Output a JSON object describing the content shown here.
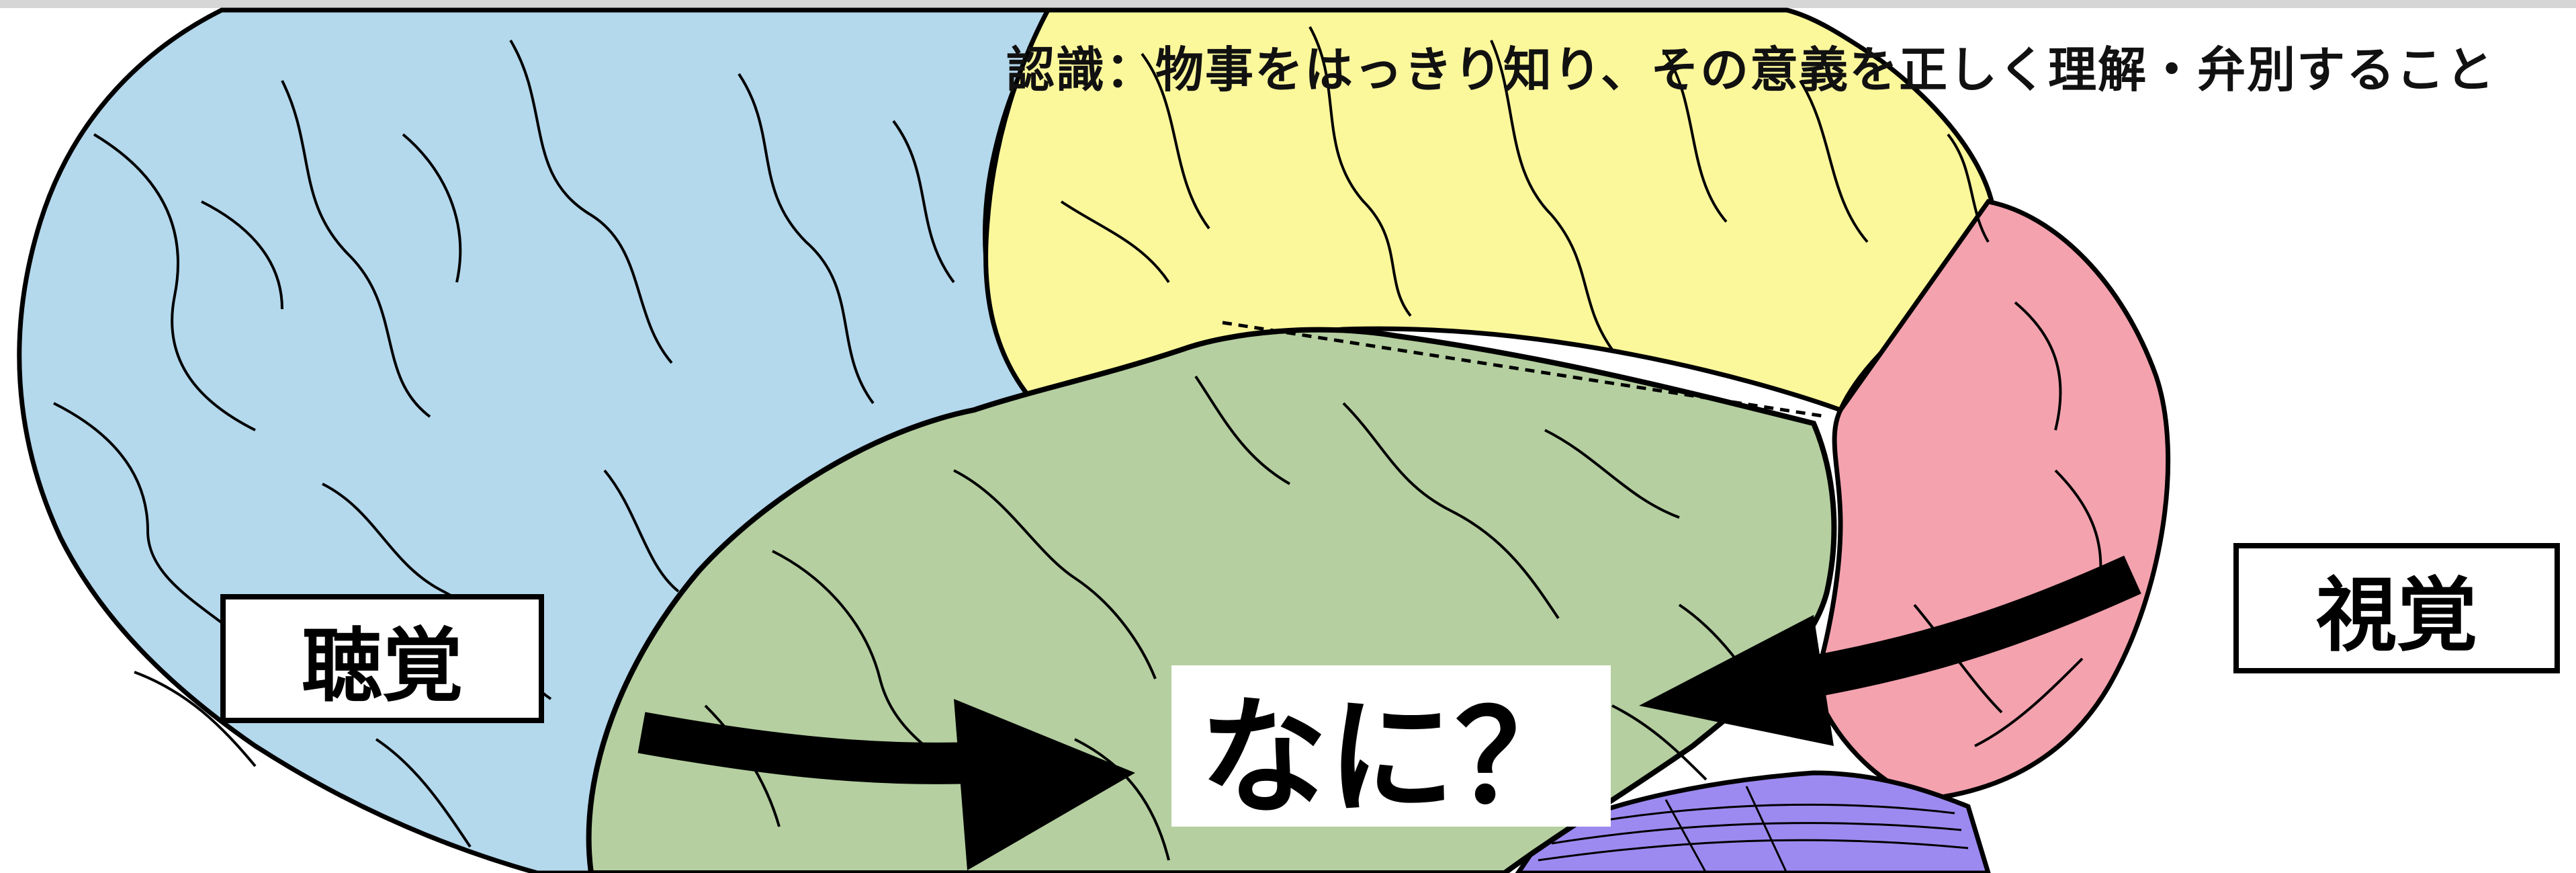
{
  "caption": "認識：物事をはっきり知り、その意義を正しく理解・弁別すること",
  "labels": {
    "hearing": "聴覚",
    "vision": "視覚",
    "what": "なに？"
  },
  "colors": {
    "frontal": "#b4d8ec",
    "parietal": "#fbf79b",
    "temporal": "#b5cfa0",
    "occipital": "#f3a2ae",
    "cerebellum": "#9d8af0",
    "outline": "#000000"
  },
  "icons": [
    "arrow-right-icon",
    "arrow-left-icon"
  ]
}
